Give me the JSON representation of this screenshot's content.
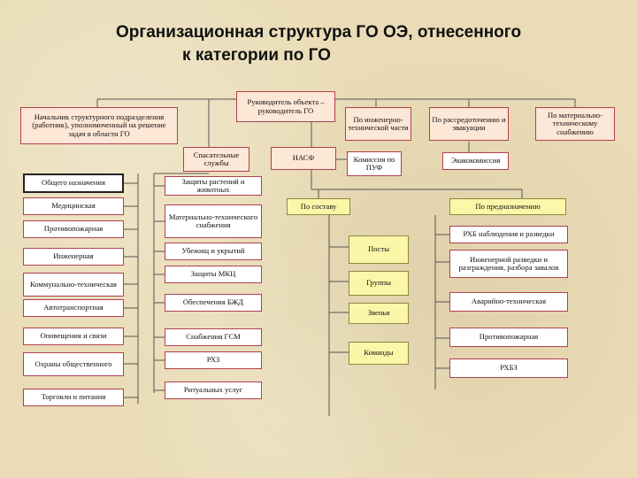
{
  "title": {
    "line1": "Организационная структура ГО ОЭ, отнесенного",
    "line2": "к категории по ГО"
  },
  "top": {
    "head": "Руководитель объекта – руководитель ГО",
    "chief_structural": "Начальник структурного подразделения (работник), уполномоченный на решение задач в области ГО",
    "engineering": "По инженерно-технической части",
    "dispersal": "По рассредоточению и эвакуации",
    "material": "По материально-техническому снабжению"
  },
  "middle_row": {
    "rescue_services": "Спасательные службы",
    "nasf": "НАСФ",
    "commission_puf": "Комиссия по ПУФ",
    "evacuation_commission": "Эвакокомиссия"
  },
  "left_services": [
    "Общего назначения",
    "Медицинская",
    "Противопожарная",
    "Инженерная",
    "Коммунально-техническая",
    "Автотранспортная",
    "Оповещения и связи",
    "Охраны общественного",
    "Торговли и питания"
  ],
  "center_services": [
    "Защиты растений и животных",
    "Материально-технического снабжения",
    "Убежищ и укрытий",
    "Защиты МКЦ",
    "Обеспечения БЖД",
    "Снабжения ГСМ",
    "РХЗ",
    "Ритуальных услуг"
  ],
  "nasf_branches": {
    "by_composition": "По составу",
    "by_purpose": "По предназначению"
  },
  "composition_units": [
    "Посты",
    "Группы",
    "Звенья",
    "Команды"
  ],
  "purpose_units": [
    "РХБ наблюдения и разведки",
    "Инженерной разведки и разграждения, разбора завалов",
    "Аварийно-техническая",
    "Противопожарная",
    "РХБЗ"
  ],
  "colors": {
    "border": "#b0404f",
    "peach": "#fde7d6",
    "yellow": "#fbf6a8",
    "background": "#e9dcb6"
  }
}
